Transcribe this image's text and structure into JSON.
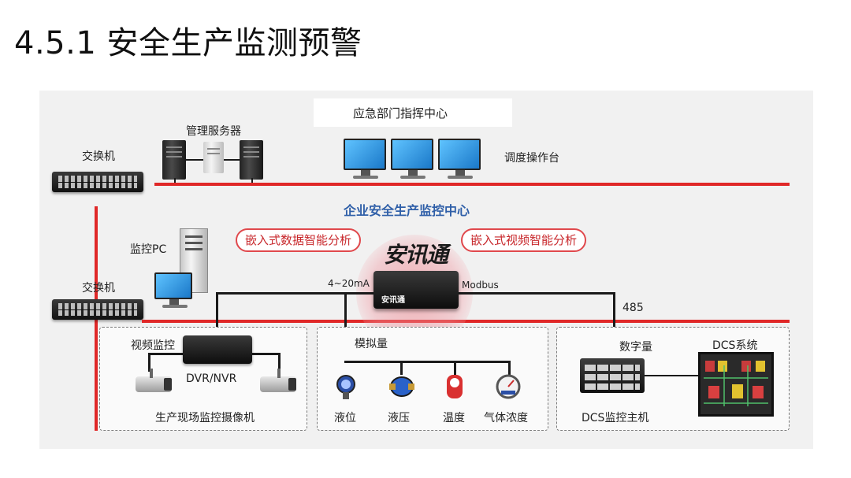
{
  "slide": {
    "title": "4.5.1 安全生产监测预警"
  },
  "diagram": {
    "command_center": "应急部门指挥中心",
    "management_servers": "管理服务器",
    "switch_top": "交换机",
    "dispatch_console": "调度操作台",
    "enterprise_center": "企业安全生产监控中心",
    "embedded_data_analysis": "嵌入式数据智能分析",
    "embedded_video_analysis": "嵌入式视频智能分析",
    "monitor_pc": "监控PC",
    "switch_middle": "交换机",
    "brand": "安讯通",
    "brand_small": "安讯通",
    "signal_analog": "4~20mA",
    "signal_modbus": "Modbus",
    "signal_485": "485",
    "video_group": {
      "title": "视频监控",
      "recorder": "DVR/NVR",
      "caption": "生产现场监控摄像机"
    },
    "analog_group": {
      "title": "模拟量",
      "sensors": [
        "液位",
        "液压",
        "温度",
        "气体浓度"
      ]
    },
    "digital_group": {
      "title": "数字量",
      "dcs_system": "DCS系统",
      "dcs_host": "DCS监控主机"
    }
  },
  "colors": {
    "bus_line": "#e02828",
    "pill_border": "#e0484c",
    "center_label": "#2f5fa8"
  }
}
